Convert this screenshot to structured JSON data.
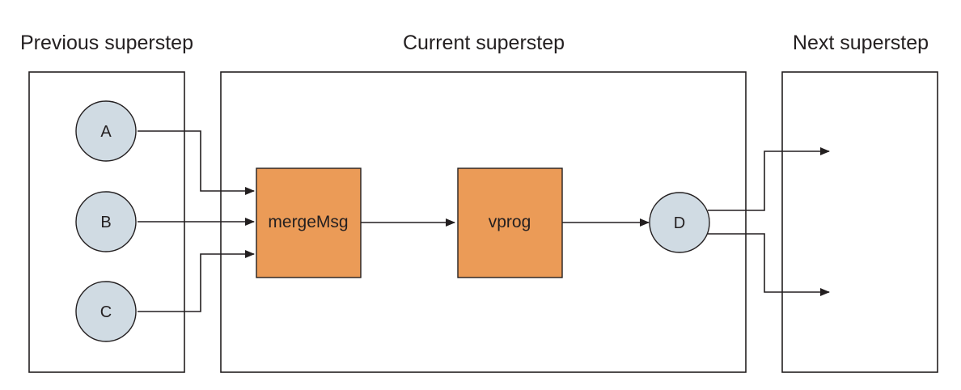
{
  "colors": {
    "vertex_fill": "#d0dbe3",
    "operator_fill": "#eb9b57",
    "line": "#231f20"
  },
  "sections": {
    "previous": "Previous superstep",
    "current": "Current superstep",
    "next": "Next superstep"
  },
  "vertices": {
    "a": "A",
    "b": "B",
    "c": "C",
    "d": "D"
  },
  "operators": {
    "merge": "mergeMsg",
    "vprog": "vprog"
  }
}
